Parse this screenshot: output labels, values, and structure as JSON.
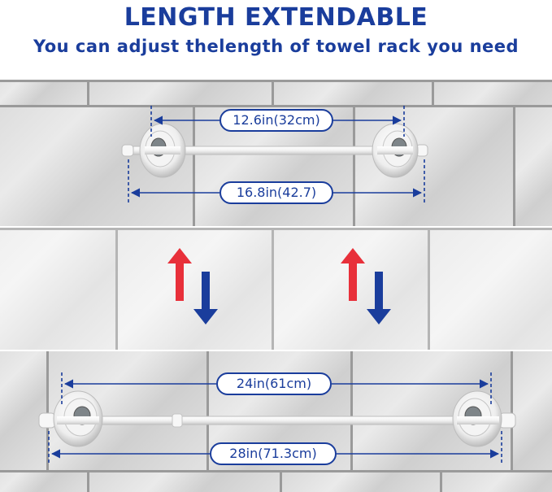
{
  "header": {
    "title": "LENGTH EXTENDABLE",
    "subtitle": "You can adjust thelength of towel rack you need"
  },
  "top_rack": {
    "inner_length_label": "12.6in(32cm)",
    "outer_length_label": "16.8in(42.7)"
  },
  "bottom_rack": {
    "inner_length_label": "24in(61cm)",
    "outer_length_label": "28in(71.3cm)"
  },
  "arrows": {
    "up_color": "#e8303a",
    "down_color": "#1a3d9c"
  },
  "colors": {
    "accent": "#1a3d9c",
    "rack": "#f4f4f4"
  }
}
